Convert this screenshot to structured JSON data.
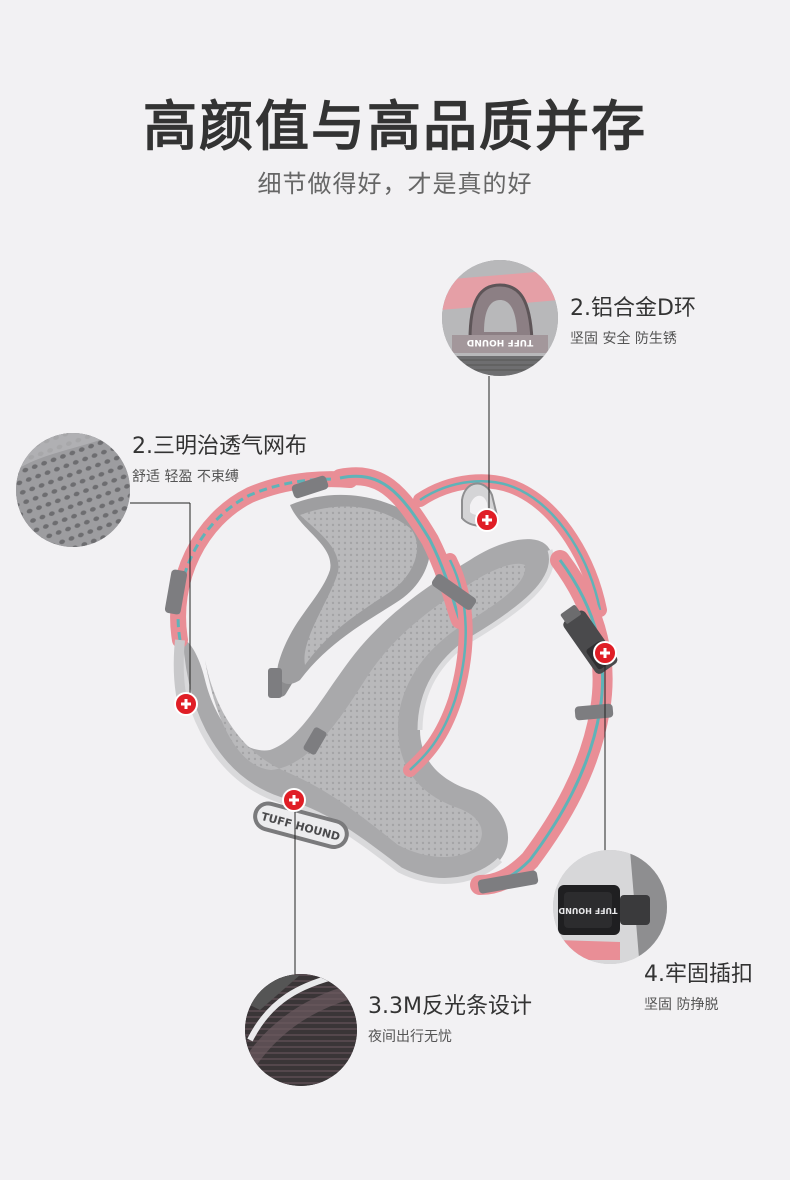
{
  "header": {
    "title": "高颜值与高品质并存",
    "subtitle": "细节做得好，才是真的好"
  },
  "features": [
    {
      "heading": "2.铝合金D环",
      "desc": "坚固 安全 防生锈"
    },
    {
      "heading": "2.三明治透气网布",
      "desc": "舒适 轻盈 不束缚"
    },
    {
      "heading": "4.牢固插扣",
      "desc": "坚固 防挣脱"
    },
    {
      "heading": "3.3M反光条设计",
      "desc": "夜间出行无忧"
    }
  ],
  "logos": {
    "d_ring": "TUFF HOUND",
    "chest_pad": "TUFF HOUND",
    "buckle": "TUFF HOUND"
  },
  "colors": {
    "background": "#f2f1f3",
    "webbing_pink": "#e98e96",
    "reflective_teal": "#5fb3b8",
    "pad_grey": "#b3b3b5",
    "marker_red": "#e01e26"
  }
}
